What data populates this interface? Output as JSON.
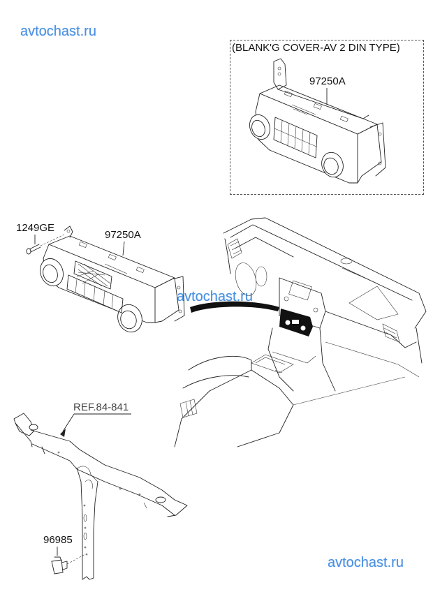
{
  "diagram": {
    "title": "Heater / A-C control unit parts diagram",
    "inset_box": {
      "caption": "(BLANK'G COVER-AV 2 DIN TYPE)",
      "part_label": "97250A"
    },
    "parts": [
      {
        "id": "screw",
        "label": "1249GE"
      },
      {
        "id": "control-unit",
        "label": "97250A"
      },
      {
        "id": "crossmember-ref",
        "label": "REF.84-841"
      },
      {
        "id": "sensor-connector",
        "label": "96985"
      }
    ],
    "watermarks": [
      "avtochast.ru",
      "avtochast.ru",
      "avtochast.ru"
    ],
    "colors": {
      "watermark": "#4a90e2",
      "line": "#222222",
      "background": "#ffffff"
    }
  }
}
